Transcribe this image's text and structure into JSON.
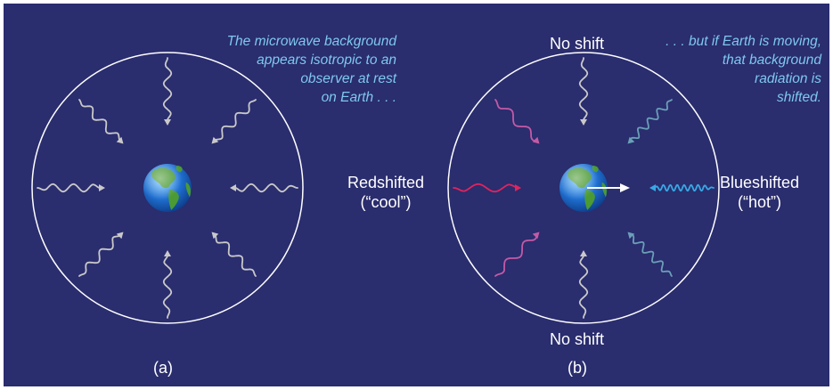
{
  "panel_a": {
    "caption_lines": [
      "The microwave background",
      "appears isotropic to an",
      "observer at rest",
      "on Earth . . ."
    ],
    "label": "(a)"
  },
  "panel_b": {
    "caption_lines": [
      ". . .  but if Earth is moving,",
      "that background",
      "radiation is",
      "shifted."
    ],
    "label": "(b)",
    "top_label": "No shift",
    "bottom_label": "No shift",
    "left_label_lines": [
      "Redshifted",
      "(“cool”)"
    ],
    "right_label_lines": [
      "Blueshifted",
      "(“hot”)"
    ]
  },
  "colors": {
    "background": "#2a2d6e",
    "circle": "#ffffff",
    "neutral_wave": "#c9c9c9",
    "redshift_wave": "#e0245e",
    "redshift_diag_wave": "#c45aa6",
    "blueshift_wave": "#38a8e4",
    "blueshift_diag_wave": "#6a9fb8",
    "caption": "#7fc8ee",
    "label": "#ffffff",
    "ocean": "#1f6fd0",
    "land": "#4b9a34"
  },
  "icons": [
    "earth-globe-icon",
    "wavy-arrow-icon",
    "motion-arrow-icon"
  ]
}
